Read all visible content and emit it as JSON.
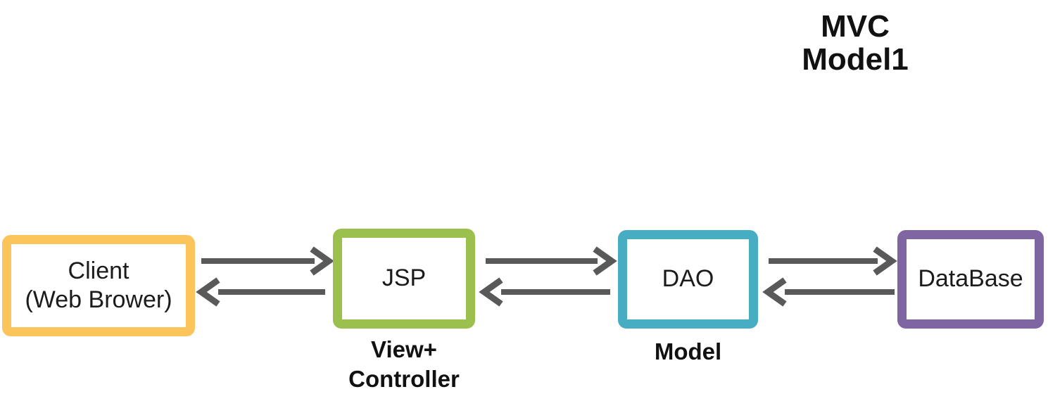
{
  "title": {
    "lines": [
      "MVC",
      "Model1"
    ]
  },
  "nodes": {
    "client": {
      "lines": [
        "Client",
        "(Web Brower)"
      ]
    },
    "jsp": {
      "label": "JSP",
      "caption_lines": [
        "View+",
        "Controller"
      ]
    },
    "dao": {
      "label": "DAO",
      "caption": "Model"
    },
    "database": {
      "label": "DataBase"
    }
  },
  "colors": {
    "client_border": "#FBC55C",
    "jsp_border": "#9BC04E",
    "dao_border": "#47ADC3",
    "database_border": "#7F66A3",
    "arrow": "#595959",
    "text": "#1B1B1B"
  }
}
